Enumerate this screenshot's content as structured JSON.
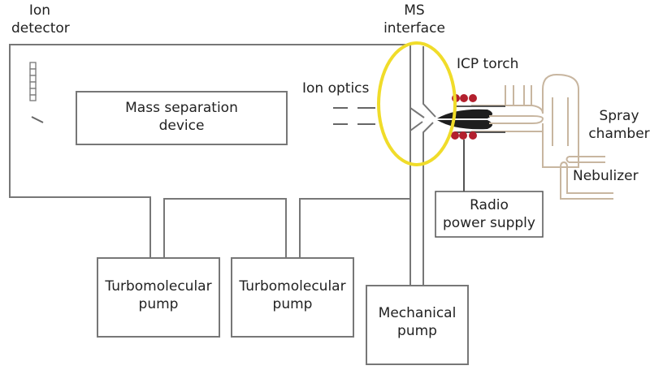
{
  "title": "ICP-MS instrument schematic",
  "colors": {
    "line": "#777777",
    "highlight": "#f0dc2a",
    "rf_coil": "#b3202e",
    "torch": "#1e1e1e",
    "sample_intro": "#c8b6a0",
    "text": "#222222"
  },
  "labels": {
    "ion_detector": [
      "Ion",
      "detector"
    ],
    "ms_interface": [
      "MS",
      "interface"
    ],
    "icp_torch": "ICP torch",
    "ion_optics": "Ion optics",
    "mass_separation": [
      "Mass separation",
      "device"
    ],
    "spray_chamber": [
      "Spray",
      "chamber"
    ],
    "nebulizer": "Nebulizer",
    "radio_power": [
      "Radio",
      "power supply"
    ],
    "turbo_pump_1": [
      "Turbomolecular",
      "pump"
    ],
    "turbo_pump_2": [
      "Turbomolecular",
      "pump"
    ],
    "mechanical_pump": [
      "Mechanical",
      "pump"
    ]
  }
}
